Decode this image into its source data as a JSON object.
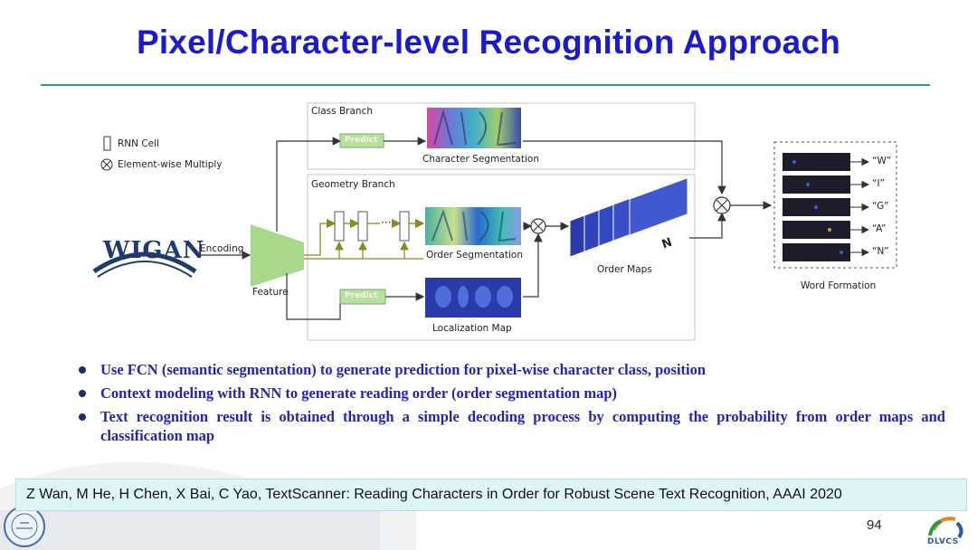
{
  "slide": {
    "title": "Pixel/Character-level Recognition Approach",
    "page_number": "94"
  },
  "diagram": {
    "legend": {
      "rnn_cell": "RNN Cell",
      "element_multiply": "Element-wise Multiply"
    },
    "input": {
      "logo_word": "WIGAN",
      "encoding_label": "Encoding",
      "feature_label": "Feature"
    },
    "class_branch": {
      "title": "Class Branch",
      "predict_label": "Predict",
      "output_label": "Character Segmentation"
    },
    "geometry_branch": {
      "title": "Geometry Branch",
      "order_seg_label": "Order Segmentation",
      "predict_label": "Predict",
      "loc_map_label": "Localization Map",
      "order_maps_label": "Order Maps",
      "n_label": "N"
    },
    "word_formation": {
      "label": "Word Formation",
      "outputs": [
        "“W”",
        "“I”",
        "“G”",
        "“A”",
        "“N”"
      ]
    },
    "colors": {
      "title_blue": "#1a1ad0",
      "bullet_blue": "#2323b8",
      "feature_green": "#a8d88a",
      "predict_green": "#b7e0a0",
      "arrow_olive": "#8a8a1e"
    }
  },
  "bullets": [
    "Use FCN (semantic segmentation) to generate prediction for pixel-wise character class, position",
    "Context modeling with RNN to generate reading order (order segmentation map)",
    "Text recognition result is obtained through a simple decoding process by computing the probability from order maps and classification map"
  ],
  "citation": "Z Wan, M He, H Chen, X Bai, C Yao, TextScanner: Reading Characters in Order for Robust Scene Text Recognition, AAAI 2020",
  "footer": {
    "logo_text": "DLVCS"
  }
}
